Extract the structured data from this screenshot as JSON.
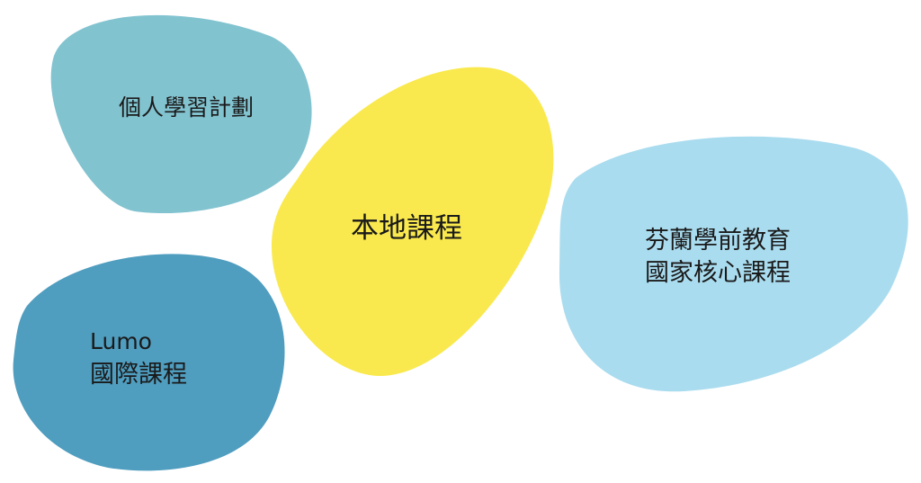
{
  "colors": {
    "individual": "#82c3d0",
    "local": "#f9e94e",
    "finnish": "#aadcef",
    "lumo": "#4f9dbf"
  },
  "blobs": {
    "individual": {
      "label": "個人學習計劃"
    },
    "local": {
      "label": "本地課程"
    },
    "finnish": {
      "line1": "芬蘭學前教育",
      "line2": "國家核心課程"
    },
    "lumo": {
      "line1": "Lumo",
      "line2": "國際課程"
    }
  }
}
